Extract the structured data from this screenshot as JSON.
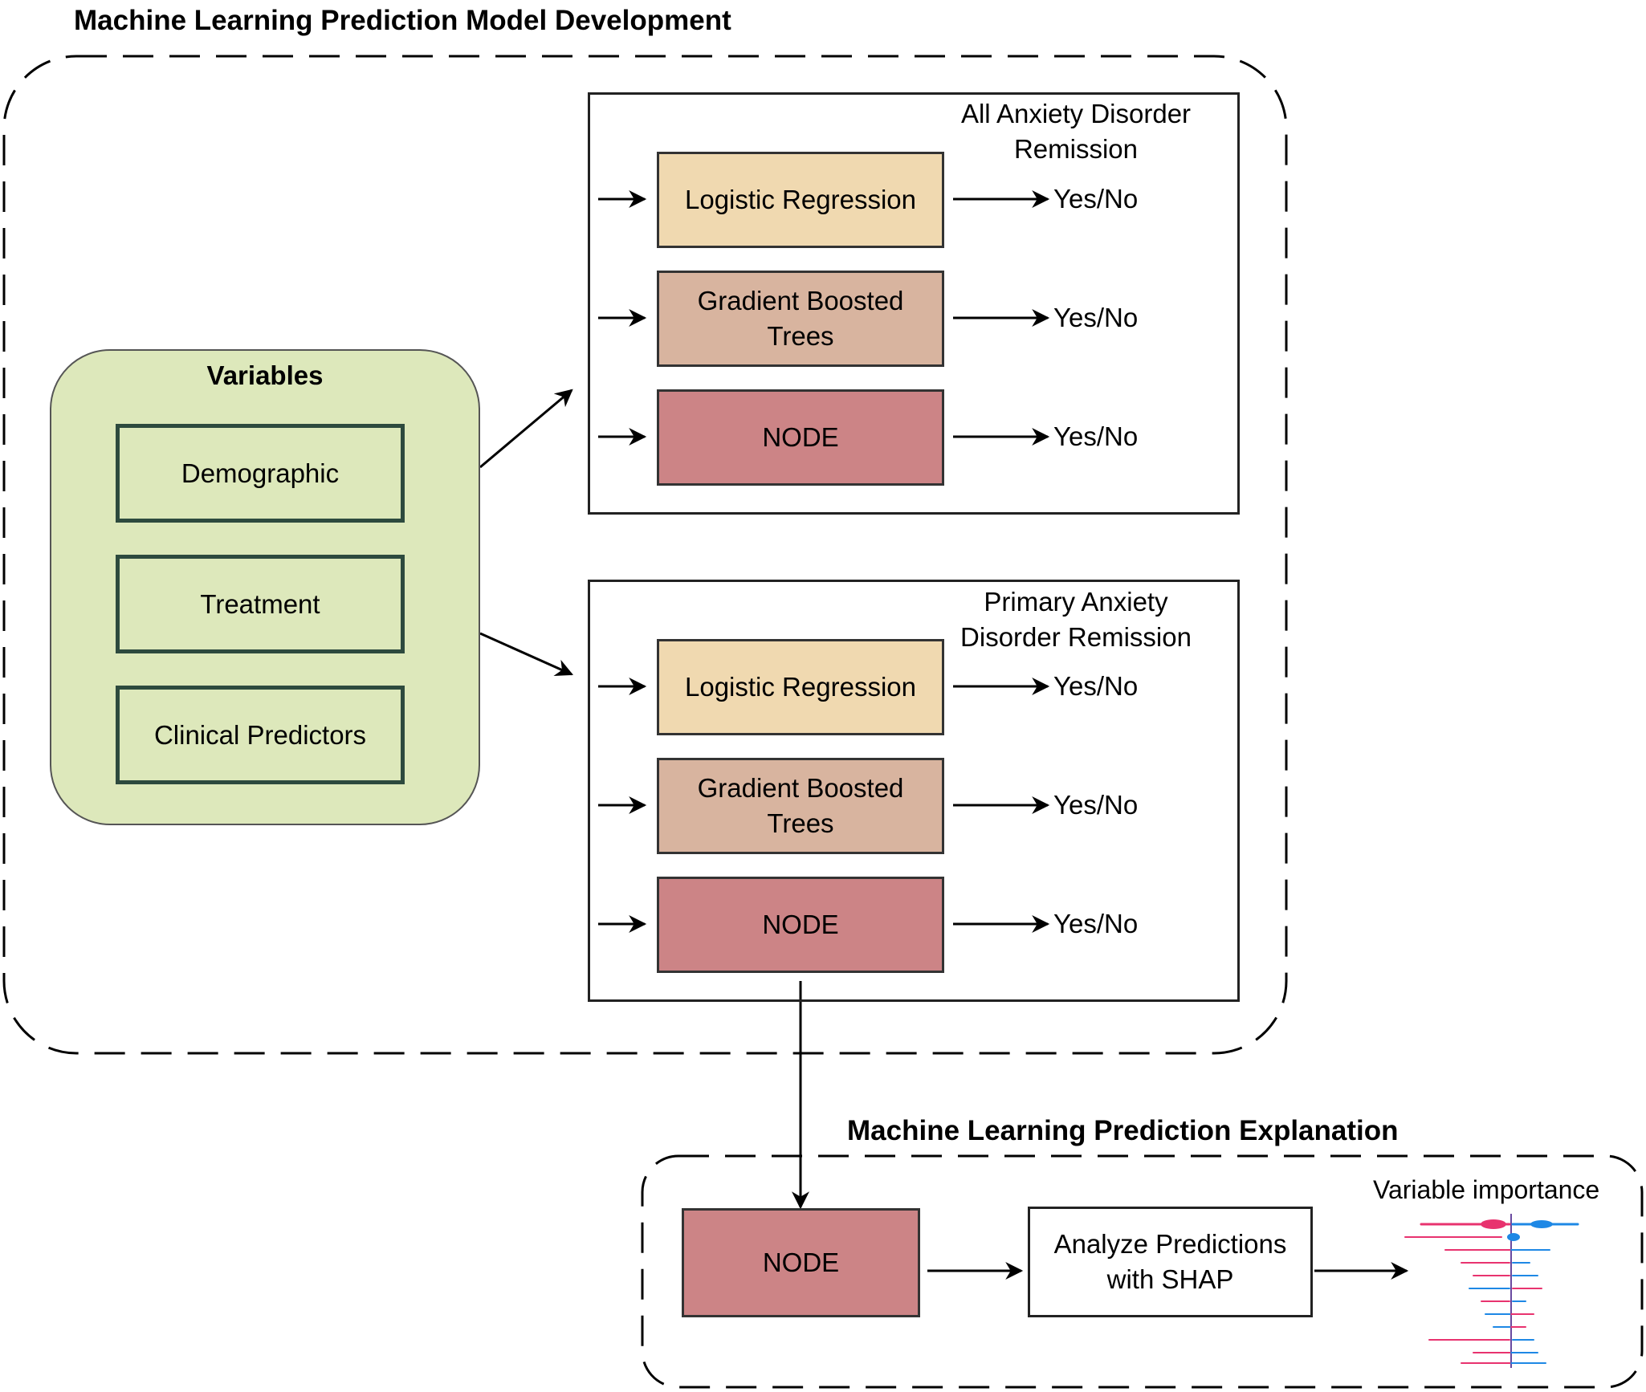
{
  "development": {
    "title": "Machine Learning Prediction Model Development",
    "variables": {
      "heading": "Variables",
      "items": [
        "Demographic",
        "Treatment",
        "Clinical Predictors"
      ]
    },
    "panels": [
      {
        "label_line1": "All Anxiety Disorder",
        "label_line2": "Remission",
        "models": [
          {
            "line1": "Logistic Regression",
            "line2": ""
          },
          {
            "line1": "Gradient Boosted",
            "line2": "Trees"
          },
          {
            "line1": "NODE",
            "line2": ""
          }
        ],
        "output": "Yes/No"
      },
      {
        "label_line1": "Primary Anxiety",
        "label_line2": "Disorder Remission",
        "models": [
          {
            "line1": "Logistic Regression",
            "line2": ""
          },
          {
            "line1": "Gradient Boosted",
            "line2": "Trees"
          },
          {
            "line1": "NODE",
            "line2": ""
          }
        ],
        "output": "Yes/No"
      }
    ]
  },
  "explanation": {
    "title": "Machine Learning Prediction Explanation",
    "node_label": "NODE",
    "shap_line1": "Analyze Predictions",
    "shap_line2": "with SHAP",
    "importance_label": "Variable importance"
  },
  "colors": {
    "logistic_regression": "#f0d9b0",
    "gradient_boosted": "#d8b49f",
    "node": "#cc8486",
    "variables_bg": "#dde8bb",
    "variables_border": "#2d4a3e",
    "shap_negative": "#e8336f",
    "shap_positive": "#1e88e5"
  }
}
